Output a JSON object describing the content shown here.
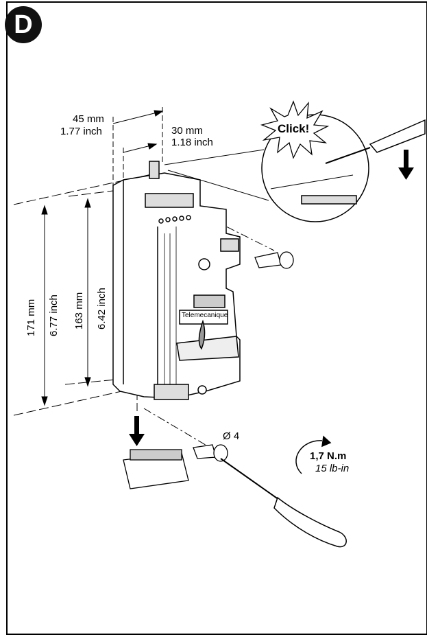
{
  "step_label": "D",
  "dimensions": {
    "width_total_mm": "45 mm",
    "width_total_in": "1.77 inch",
    "width_inner_mm": "30 mm",
    "width_inner_in": "1.18 inch",
    "height_total_mm": "171 mm",
    "height_total_in": "6.77 inch",
    "height_inner_mm": "163 mm",
    "height_inner_in": "6.42 inch"
  },
  "callout": {
    "text": "Click!"
  },
  "screw": {
    "diameter_label": "Ø 4"
  },
  "torque": {
    "metric": "1,7 N.m",
    "imperial": "15 lb-in"
  },
  "device": {
    "brand": "Telemecanique"
  },
  "icons": [
    "step-badge-icon",
    "click-burst-icon",
    "screwdriver-icon",
    "arrow-down-icon",
    "screw-icon",
    "terminal-block-icon",
    "torque-arrow-icon"
  ]
}
